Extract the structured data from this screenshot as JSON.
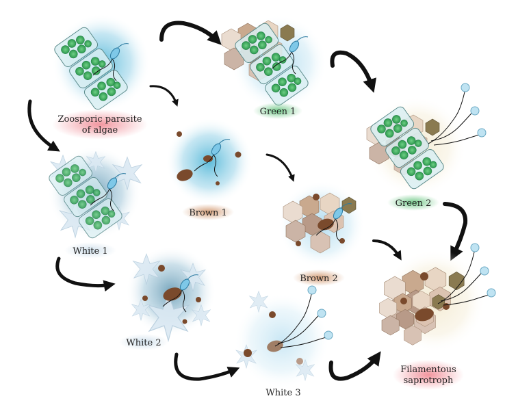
{
  "nodes": [
    {
      "id": "zoosporic",
      "lines": [
        "Zoosporic parasite",
        "of algae"
      ],
      "tint": "#ee8a90"
    },
    {
      "id": "green1",
      "lines": [
        "Green 1"
      ],
      "tint": "#7ccc8c"
    },
    {
      "id": "green2",
      "lines": [
        "Green 2"
      ],
      "tint": "#7ccc8c"
    },
    {
      "id": "brown1",
      "lines": [
        "Brown 1"
      ],
      "tint": "#d9a783"
    },
    {
      "id": "brown2",
      "lines": [
        "Brown 2"
      ],
      "tint": "#d9a783"
    },
    {
      "id": "white1",
      "lines": [
        "White 1"
      ],
      "tint": "#d6e4ef"
    },
    {
      "id": "white2",
      "lines": [
        "White 2"
      ],
      "tint": "#d6e4ef"
    },
    {
      "id": "white3",
      "lines": [
        "White 3"
      ],
      "tint": "#d6e4ef"
    },
    {
      "id": "filamentous",
      "lines": [
        "Filamentous",
        "saprotroph"
      ],
      "tint": "#ee8a90"
    }
  ],
  "colors": {
    "blue_glow": "#54b8d8",
    "algae_green": "#3aa85a",
    "sand": "#c9a98e",
    "brown": "#7a4a2c",
    "white_flake": "#dbe9f3",
    "arrow": "#111111",
    "zoospore": "#7ec8e8"
  }
}
